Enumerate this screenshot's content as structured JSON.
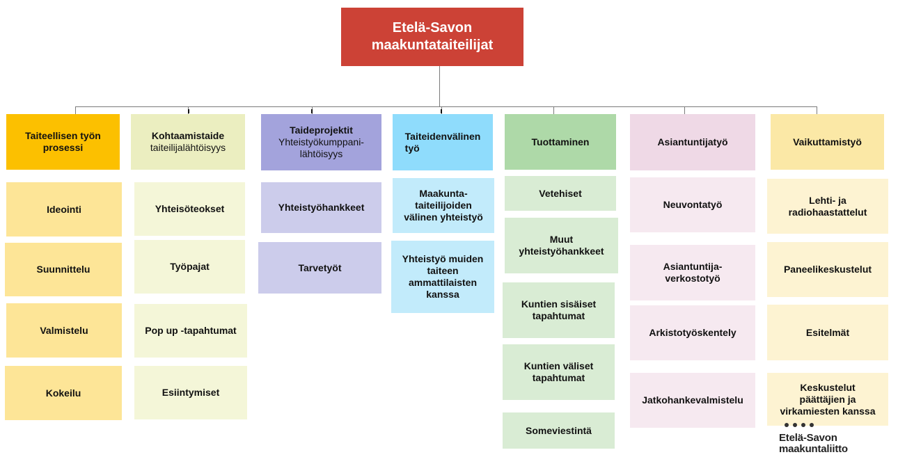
{
  "root": {
    "line1": "Etelä-Savon",
    "line2": "maakuntataiteilijat",
    "color": "#cc4236"
  },
  "columns": [
    {
      "header_lines": [
        "Taiteellisen työn",
        "prosessi"
      ],
      "header_color": "#fcc000",
      "item_color": "#fde597",
      "items": [
        [
          "Ideointi"
        ],
        [
          "Suunnittelu"
        ],
        [
          "Valmistelu"
        ],
        [
          "Kokeilu"
        ]
      ]
    },
    {
      "header_lines": [
        "Kohtaamistaide"
      ],
      "header_sub": [
        "taiteilijalähtöisyys"
      ],
      "header_color": "#ebeec0",
      "item_color": "#f4f6d8",
      "items": [
        [
          "Yhteisöteokset"
        ],
        [
          "Työpajat"
        ],
        [
          "Pop up -tapahtumat"
        ],
        [
          "Esiintymiset"
        ]
      ]
    },
    {
      "header_lines": [
        "Taideprojektit"
      ],
      "header_sub": [
        "Yhteistyökumppani-",
        "lähtöisyys"
      ],
      "header_color": "#a3a3dc",
      "item_color": "#cccceb",
      "items": [
        [
          "Yhteistyöhankkeet"
        ],
        [
          "Tarvetyöt"
        ]
      ]
    },
    {
      "header_lines": [
        "Taiteidenvälinen",
        "työ"
      ],
      "header_color": "#8fdcfc",
      "item_color": "#c2ebfb",
      "items": [
        [
          "Maakunta-",
          "taiteilijoiden",
          "välinen yhteistyö"
        ],
        [
          "Yhteistyö muiden",
          "taiteen",
          "ammattilaisten",
          "kanssa"
        ]
      ]
    },
    {
      "header_lines": [
        "Tuottaminen"
      ],
      "header_color": "#aed9a8",
      "item_color": "#d9ecd4",
      "items": [
        [
          "Vetehiset"
        ],
        [
          "Muut",
          "yhteistyöhankkeet"
        ],
        [
          "Kuntien sisäiset",
          "tapahtumat"
        ],
        [
          "Kuntien väliset",
          "tapahtumat"
        ],
        [
          "Someviestintä"
        ]
      ]
    },
    {
      "header_lines": [
        "Asiantuntijatyö"
      ],
      "header_color": "#efd9e6",
      "item_color": "#f6e9f0",
      "items": [
        [
          "Neuvontatyö"
        ],
        [
          "Asiantuntija-",
          "verkostotyö"
        ],
        [
          "Arkistotyöskentely"
        ],
        [
          "Jatkohankevalmistelu"
        ]
      ]
    },
    {
      "header_lines": [
        "Vaikuttamistyö"
      ],
      "header_color": "#fbe8a6",
      "item_color": "#fdf3d2",
      "items": [
        [
          "Lehti- ja",
          "radiohaastattelut"
        ],
        [
          "Paneelikeskustelut"
        ],
        [
          "Esitelmät"
        ],
        [
          "Keskustelut",
          "päättäjien ja",
          "virkamiesten kanssa"
        ]
      ]
    }
  ],
  "logo": {
    "line1": "Etelä-Savon",
    "line2": "maakuntaliitto"
  }
}
